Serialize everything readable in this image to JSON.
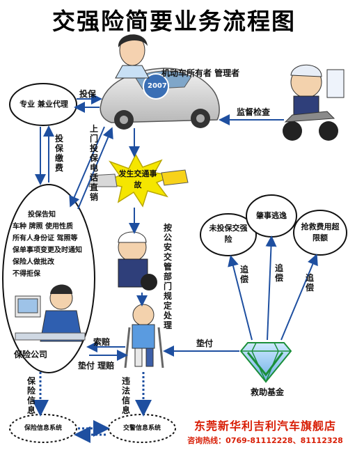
{
  "title": "交强险简要业务流程图",
  "owner_label": "机动车所有者 管理者",
  "plate_text": "2007",
  "agent_oval": "专业 兼业代理",
  "insure_label": "投保",
  "supervision_label": "监督检查",
  "insure_pay": "投保缴费",
  "door_insure": "上门投保 电话直销",
  "accident": "发生交通事故",
  "police_handle": "按公安交管部门规定处理",
  "notice": [
    "投保告知",
    "车种 牌照 使用性质",
    "所有人身份证 驾照等",
    "保单事项变更及时通知",
    "保险人做批改",
    "不得拒保"
  ],
  "insurer_label": "保险公司",
  "claim_label": "索赔",
  "pay_settle": "垫付 理赔",
  "advance_label": "垫付",
  "fund_label": "救助基金",
  "cases": [
    "未投保交强险",
    "肇事逃逸",
    "抢救费用超限额"
  ],
  "recover": [
    "追偿",
    "追偿",
    "追偿"
  ],
  "ins_info": "保险信息",
  "violation_info": "违法信息",
  "ins_system": "保险信息系统",
  "traffic_system": "交警信息系统",
  "footer_name": "东莞新华利吉利汽车旗舰店",
  "footer_phone": "咨询热线：0769-81112228、81112328",
  "colors": {
    "footer": "#d81e06",
    "arrow": "#1e4fa0",
    "burst": "#f5e600",
    "gem": "#1b8f3a"
  }
}
